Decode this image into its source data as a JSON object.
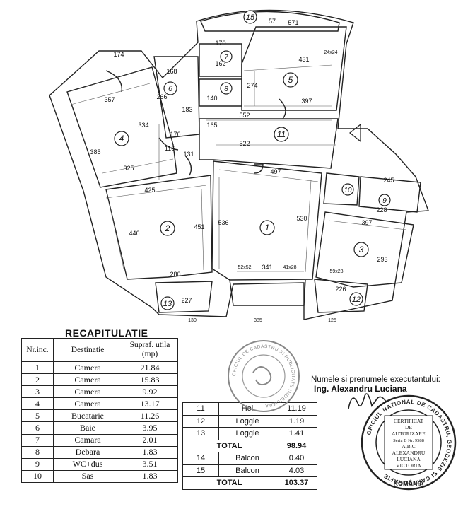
{
  "floor_plan": {
    "room_numbers": [
      "1",
      "2",
      "3",
      "4",
      "5",
      "6",
      "7",
      "8",
      "9",
      "10",
      "11",
      "12",
      "13",
      "15"
    ],
    "dimensions": [
      "174",
      "357",
      "334",
      "385",
      "325",
      "168",
      "266",
      "183",
      "176",
      "116",
      "131",
      "425",
      "446",
      "451",
      "536",
      "522",
      "552",
      "497",
      "530",
      "165",
      "170",
      "162",
      "140",
      "274",
      "431",
      "397",
      "24x24",
      "57",
      "571",
      "341",
      "280",
      "227",
      "226",
      "293",
      "397",
      "228",
      "245",
      "52x52",
      "41x28",
      "59x28",
      "385",
      "130",
      "125"
    ]
  },
  "recap": {
    "title": "RECAPITULATIE",
    "headers": [
      "Nr.inc.",
      "Destinatie",
      "Supraf. utila (mp)"
    ],
    "rows": [
      [
        "1",
        "Camera",
        "21.84"
      ],
      [
        "2",
        "Camera",
        "15.83"
      ],
      [
        "3",
        "Camera",
        "9.92"
      ],
      [
        "4",
        "Camera",
        "13.17"
      ],
      [
        "5",
        "Bucatarie",
        "11.26"
      ],
      [
        "6",
        "Baie",
        "3.95"
      ],
      [
        "7",
        "Camara",
        "2.01"
      ],
      [
        "8",
        "Debara",
        "1.83"
      ],
      [
        "9",
        "WC+dus",
        "3.51"
      ],
      [
        "10",
        "Sas",
        "1.83"
      ]
    ]
  },
  "extra": {
    "rows1": [
      [
        "11",
        "Hol",
        "11.19"
      ],
      [
        "12",
        "Loggie",
        "1.19"
      ],
      [
        "13",
        "Loggie",
        "1.41"
      ]
    ],
    "total1": {
      "label": "TOTAL",
      "value": "98.94"
    },
    "rows2": [
      [
        "14",
        "Balcon",
        "0.40"
      ],
      [
        "15",
        "Balcon",
        "4.03"
      ]
    ],
    "total2": {
      "label": "TOTAL",
      "value": "103.37"
    }
  },
  "executant": {
    "label": "Numele si prenumele executantului:",
    "name": "Ing. Alexandru Luciana"
  },
  "stamp_agency": {
    "ring_text": "OFICIUL DE CADASTRU SI PUBLICITATE IMOBILIARA"
  },
  "stamp_cert": {
    "ring_top": "OFICIUL NATIONAL DE CADASTRU, GEODEZIE SI CARTOGRAFIE",
    "bottom": "ROMÂNIA",
    "lines": [
      "CERTIFICAT",
      "DE",
      "AUTORIZARE",
      "Seria B Nr. 9588",
      "A,B,C",
      "ALEXANDRU",
      "LUCIANA",
      "VICTORIA"
    ]
  }
}
